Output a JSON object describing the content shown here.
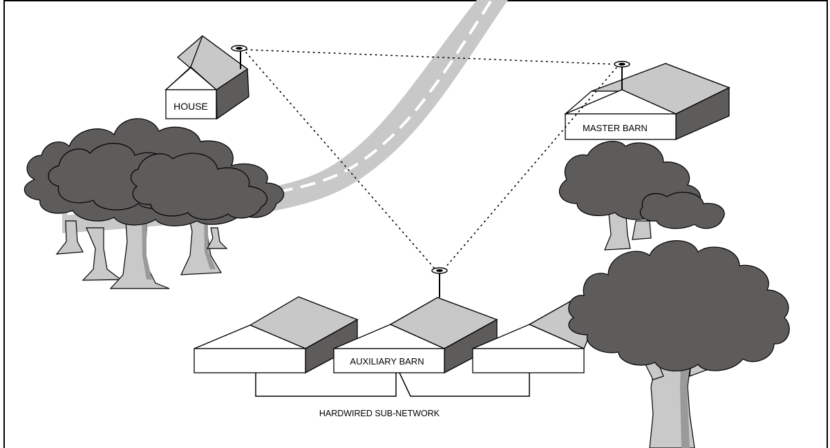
{
  "diagram": {
    "buildings": {
      "house": "HOUSE",
      "master_barn": "MASTER BARN",
      "auxiliary_barn": "AUXILIARY BARN"
    },
    "subnetwork_label": "HARDWIRED SUB-NETWORK"
  },
  "colors": {
    "foliage": "#5e5b5b",
    "roof": "#c8c8c8",
    "road": "#c8c8c8",
    "trunk": "#c9c9c9",
    "border": "#000000"
  }
}
